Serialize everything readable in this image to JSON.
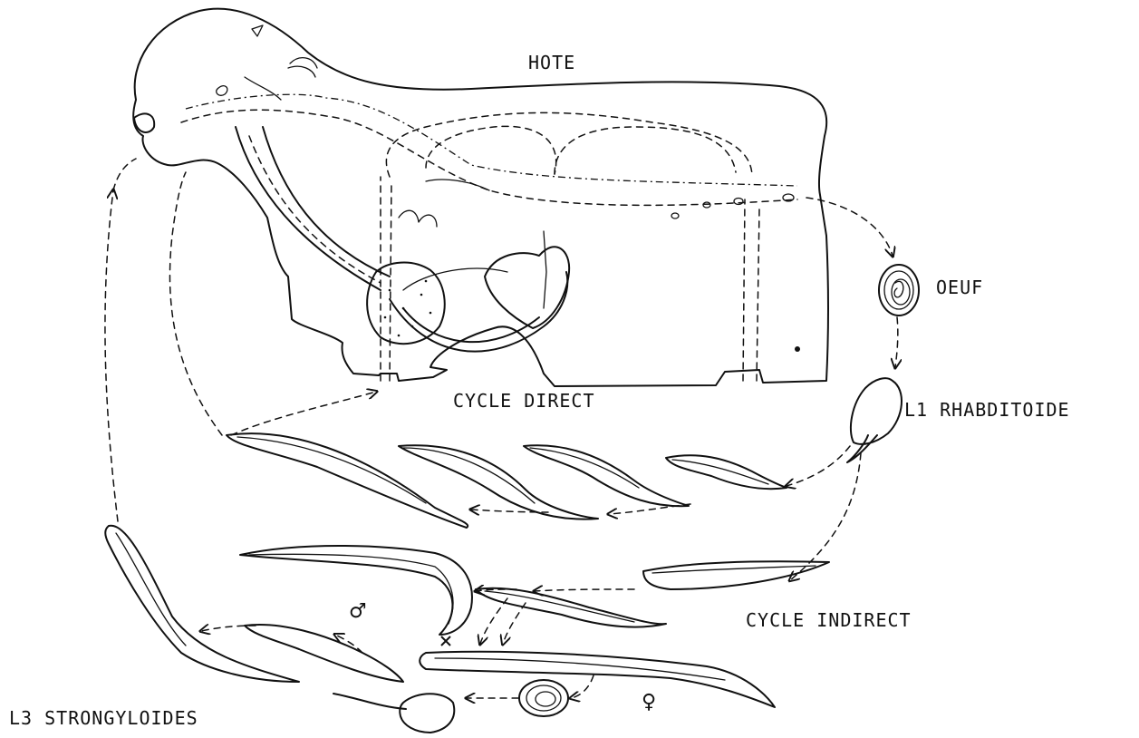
{
  "labels": {
    "host": "HOTE",
    "egg": "OEUF",
    "l1": "L1 RHABDITOIDE",
    "direct": "CYCLE DIRECT",
    "indirect": "CYCLE INDIRECT",
    "l3": "L3 STRONGYLOIDES",
    "male": "♂",
    "female": "♀",
    "cross": "×"
  }
}
